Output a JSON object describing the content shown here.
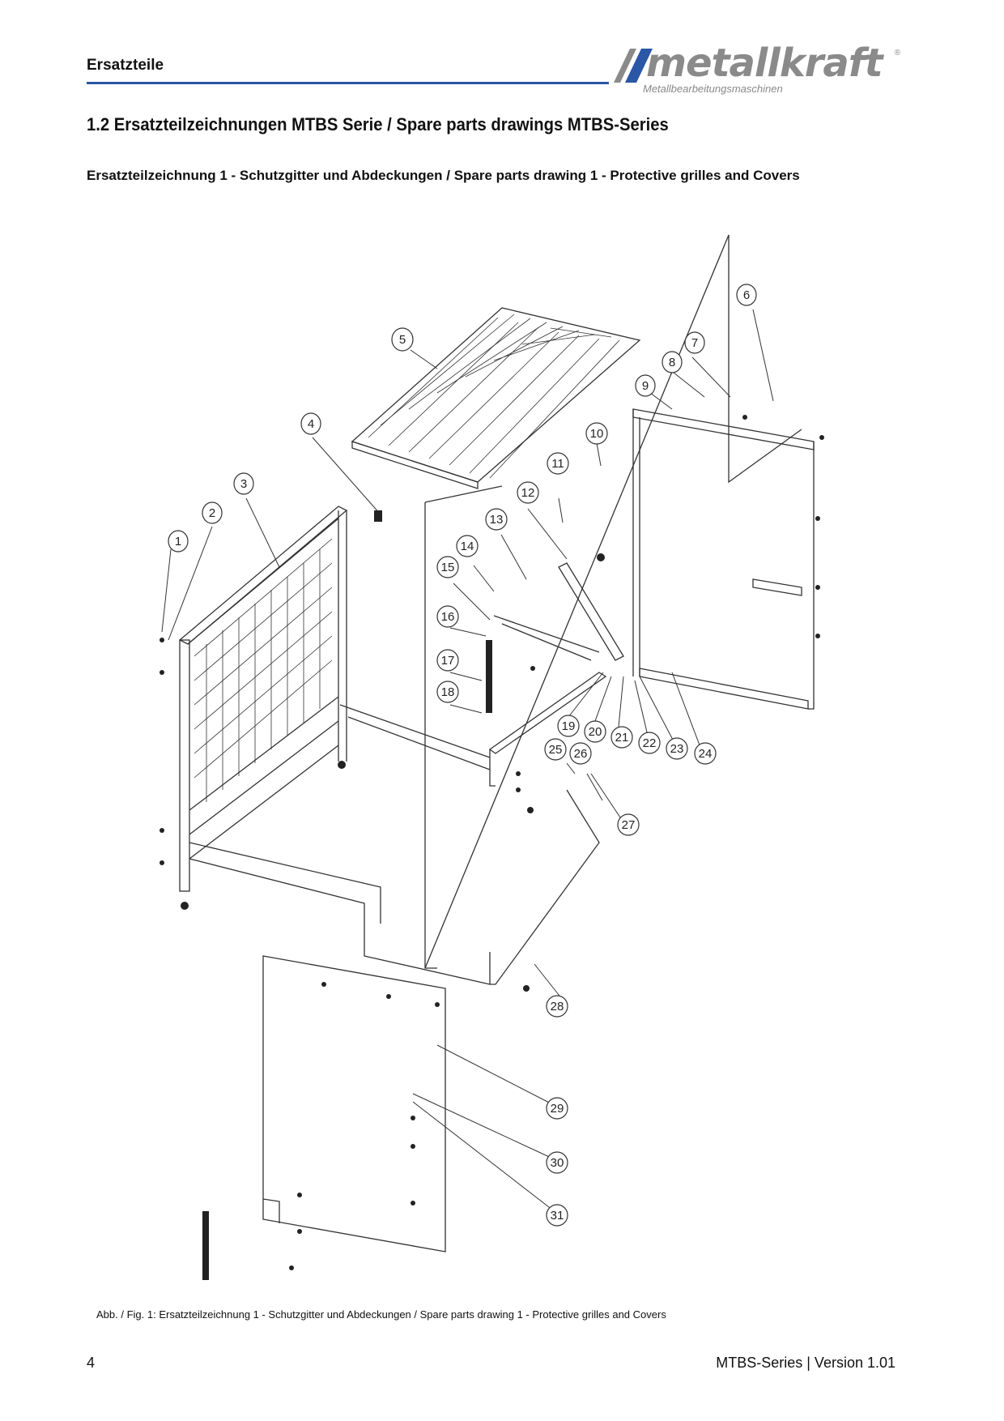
{
  "header": {
    "title": "Ersatzteile",
    "logo_text": "metallkraft",
    "logo_registered": "®",
    "logo_subtitle": "Metallbearbeitungsmaschinen"
  },
  "section_title": "1.2   Ersatzteilzeichnungen MTBS Serie / Spare parts drawings MTBS-Series",
  "drawing_title": "Ersatzteilzeichnung 1 - Schutzgitter und Abdeckungen / Spare parts drawing 1 - Protective grilles and Covers",
  "callouts": [
    "1",
    "2",
    "3",
    "4",
    "5",
    "6",
    "7",
    "8",
    "9",
    "10",
    "11",
    "12",
    "13",
    "14",
    "15",
    "16",
    "17",
    "18",
    "19",
    "20",
    "21",
    "22",
    "23",
    "24",
    "25",
    "26",
    "27",
    "28",
    "29",
    "30",
    "31"
  ],
  "caption": "Abb. / Fig. 1: Ersatzteilzeichnung 1 - Schutzgitter und Abdeckungen / Spare parts drawing 1 - Protective grilles and Covers",
  "footer": {
    "page_number": "4",
    "version": "MTBS-Series | Version 1.01"
  },
  "colors": {
    "header_rule": "#2a57a6",
    "logo_gray": "#8a8a8a",
    "logo_blue": "#2a57a6"
  }
}
